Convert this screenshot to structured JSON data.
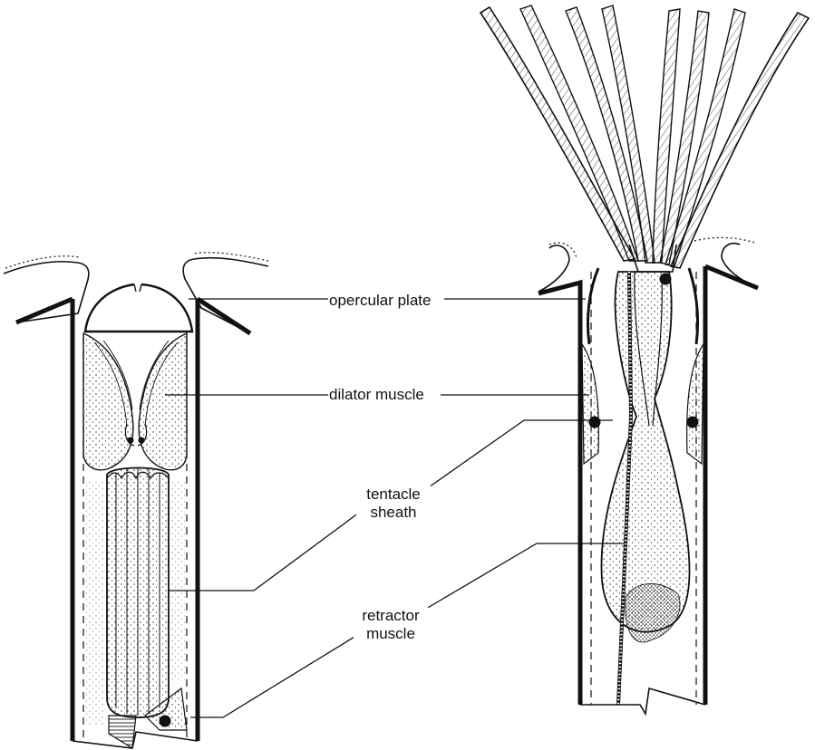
{
  "labels": {
    "opercular_plate": "opercular plate",
    "dilator_muscle": "dilator muscle",
    "tentacle_sheath_line1": "tentacle",
    "tentacle_sheath_line2": "sheath",
    "retractor_muscle_line1": "retractor",
    "retractor_muscle_line2": "muscle"
  },
  "colors": {
    "ink": "#111111",
    "paper": "#ffffff"
  }
}
